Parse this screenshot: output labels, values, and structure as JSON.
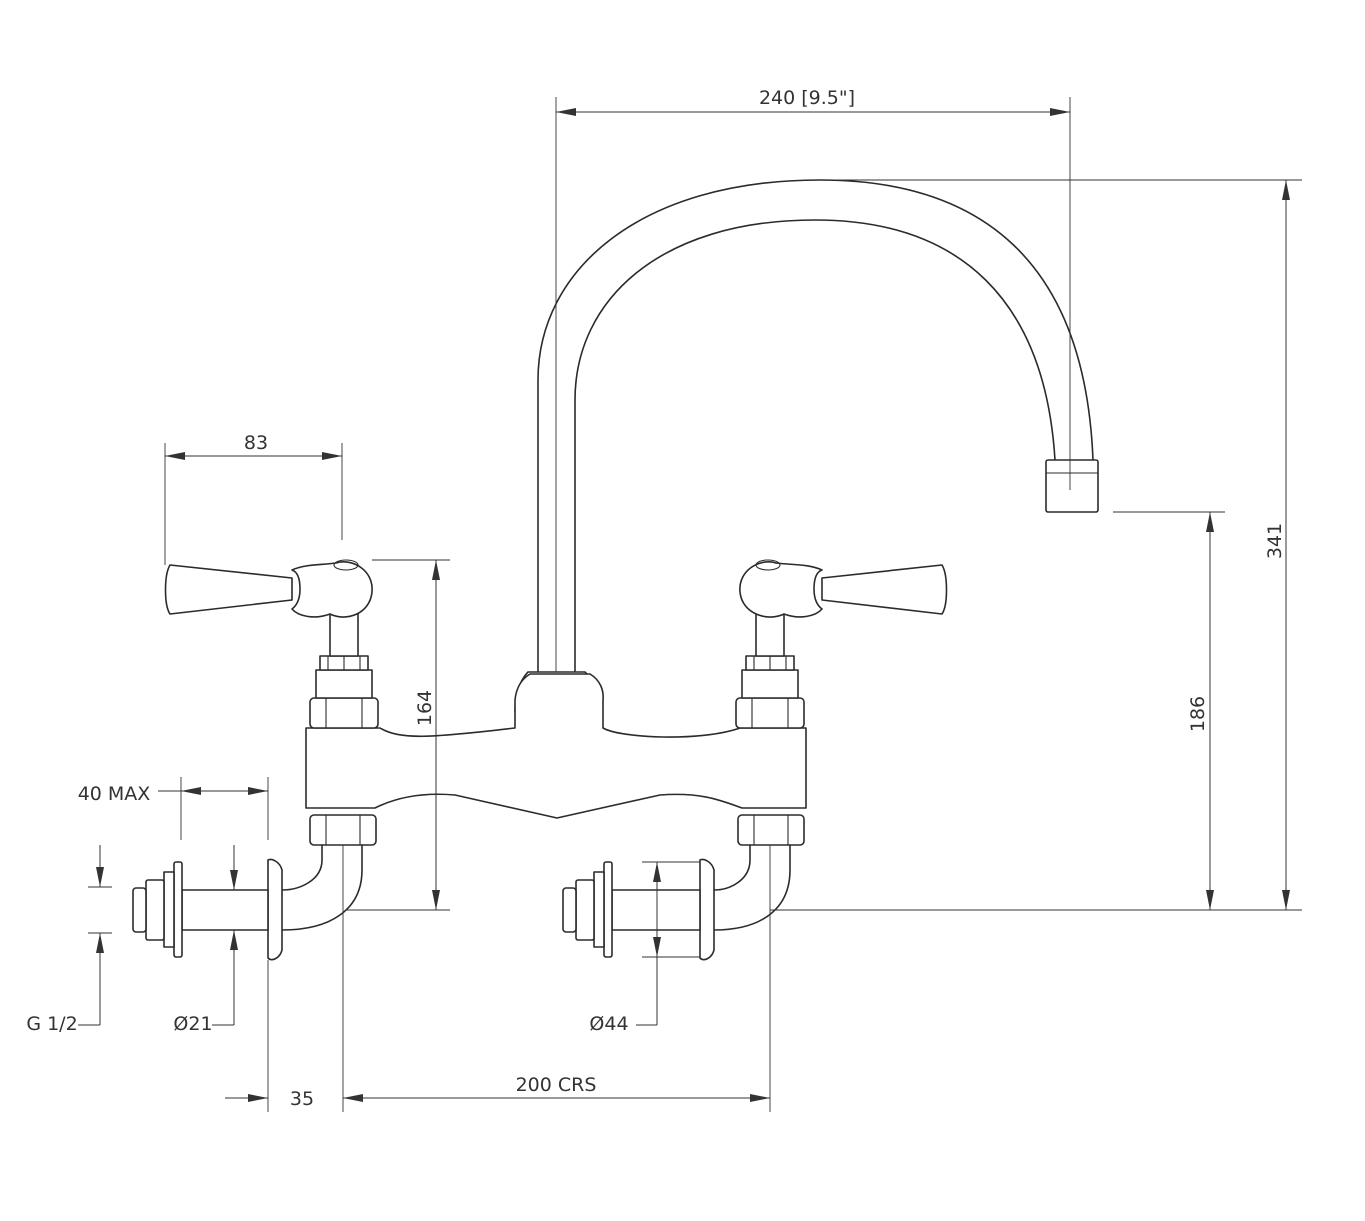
{
  "dimensions": {
    "spout_reach": "240 [9.5\"]",
    "overall_height": "341",
    "spout_height": "186",
    "handle_length": "83",
    "valve_height": "164",
    "wall_thickness": "40 MAX",
    "thread": "G 1/2",
    "pipe_diameter": "Ø21",
    "flange_diameter": "Ø44",
    "offset": "35",
    "centres": "200 CRS"
  }
}
